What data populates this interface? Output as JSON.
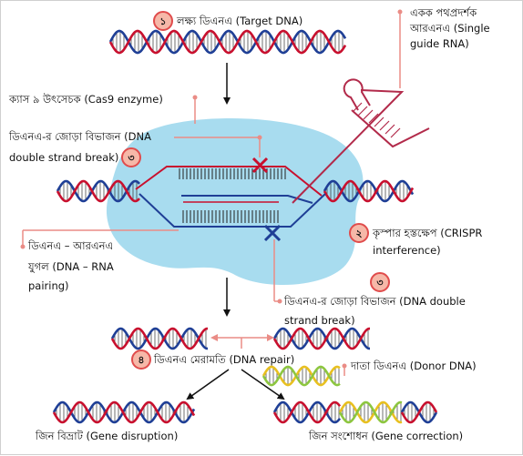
{
  "labels": {
    "target_dna": "লক্ষ্য ডিএনএ (Target DNA)",
    "sgrna_l1": "একক পথপ্রদর্শক",
    "sgrna_l2": "আরএনএ (Single",
    "sgrna_l3": "guide RNA)",
    "cas9": "ক্যাস ৯ উৎসেচক (Cas9 enzyme)",
    "dsb_top_l1": "ডিএনএ-র জোড়া বিভাজন (DNA",
    "dsb_top_l2": "double strand break)",
    "crispr_l1": "কৃস্পার হস্তক্ষেপ (CRISPR",
    "crispr_l2": "interference)",
    "pairing_l1": "ডিএনএ – আরএনএ",
    "pairing_l2": "যুগল (DNA – RNA",
    "pairing_l3": "pairing)",
    "dsb_bottom_l1": "ডিএনএ-র জোড়া বিভাজন (DNA double",
    "dsb_bottom_l2": "strand break)",
    "repair": "ডিএনএ মেরামতি (DNA repair)",
    "donor": "দাতা ডিএনএ (Donor DNA)",
    "disruption": "জিন বিভ্রাট (Gene disruption)",
    "correction": "জিন সংশোধন (Gene correction)"
  },
  "badges": {
    "step1": "১",
    "step2": "২",
    "step3a": "৩",
    "step3b": "৩",
    "step4": "৪"
  },
  "colors": {
    "strand_red": "#c8102e",
    "strand_blue": "#1f3f96",
    "enzyme_blue": "#a8dcef",
    "badge_red": "#e04c4c",
    "badge_fill": "#f6b8a8",
    "pointer_pink": "#ea8c86",
    "donor_green": "#8dc63f",
    "donor_yellow": "#e8c020",
    "rna_stroke": "#b22a4a"
  }
}
